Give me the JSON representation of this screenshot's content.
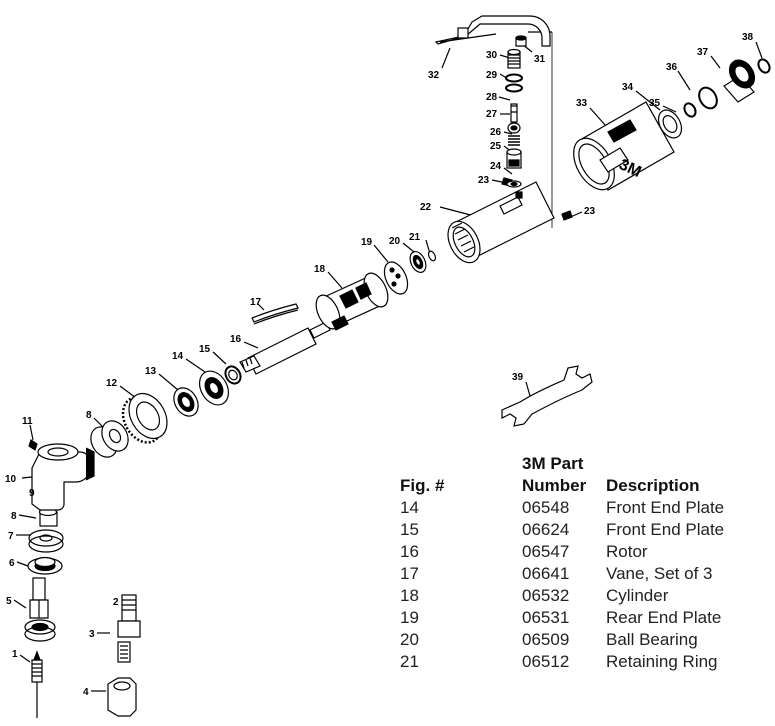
{
  "table": {
    "header": {
      "fig": "Fig. #",
      "part_line1": "3M Part",
      "part_line2": "Number",
      "description": "Description"
    },
    "rows": [
      {
        "fig": "14",
        "number": "06548",
        "description": "Front End Plate"
      },
      {
        "fig": "15",
        "number": "06624",
        "description": "Front End Plate"
      },
      {
        "fig": "16",
        "number": "06547",
        "description": "Rotor"
      },
      {
        "fig": "17",
        "number": "06641",
        "description": "Vane, Set of 3"
      },
      {
        "fig": "18",
        "number": "06532",
        "description": "Cylinder"
      },
      {
        "fig": "19",
        "number": "06531",
        "description": "Rear End Plate"
      },
      {
        "fig": "20",
        "number": "06509",
        "description": "Ball Bearing"
      },
      {
        "fig": "21",
        "number": "06512",
        "description": "Retaining Ring"
      }
    ]
  },
  "callouts": {
    "c1": "1",
    "c2": "2",
    "c3": "3",
    "c4": "4",
    "c5": "5",
    "c6": "6",
    "c7": "7",
    "c8a": "8",
    "c8b": "8",
    "c9": "9",
    "c10": "10",
    "c11": "11",
    "c12": "12",
    "c13": "13",
    "c14": "14",
    "c15": "15",
    "c16": "16",
    "c17": "17",
    "c18": "18",
    "c19": "19",
    "c20": "20",
    "c21": "21",
    "c22": "22",
    "c23a": "23",
    "c23b": "23",
    "c24": "24",
    "c25": "25",
    "c26": "26",
    "c27": "27",
    "c28": "28",
    "c29": "29",
    "c30": "30",
    "c31": "31",
    "c32": "32",
    "c33": "33",
    "c34": "34",
    "c35": "35",
    "c36": "36",
    "c37": "37",
    "c38": "38",
    "c39": "39"
  },
  "housing_logo": "3M"
}
